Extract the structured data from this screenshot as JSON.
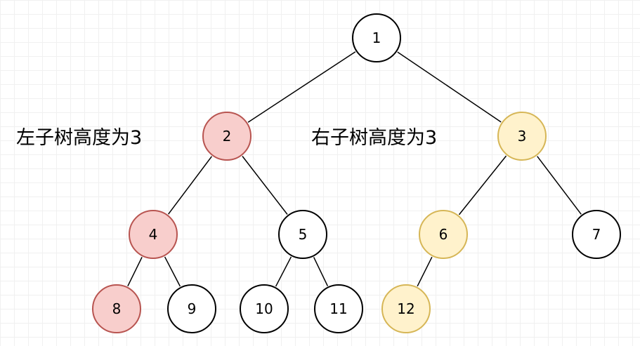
{
  "colors": {
    "default_fill": "#ffffff",
    "default_stroke": "#000000",
    "left_fill": "#f8cecc",
    "left_stroke": "#b85450",
    "right_fill": "#fff2cc",
    "right_stroke": "#d6b656",
    "edge": "#000000"
  },
  "labels": {
    "left_subtree": "左子树高度为3",
    "right_subtree": "右子树高度为3"
  },
  "nodes": [
    {
      "id": "1",
      "label": "1",
      "group": "default"
    },
    {
      "id": "2",
      "label": "2",
      "group": "left"
    },
    {
      "id": "3",
      "label": "3",
      "group": "right"
    },
    {
      "id": "4",
      "label": "4",
      "group": "left"
    },
    {
      "id": "5",
      "label": "5",
      "group": "default"
    },
    {
      "id": "6",
      "label": "6",
      "group": "right"
    },
    {
      "id": "7",
      "label": "7",
      "group": "default"
    },
    {
      "id": "8",
      "label": "8",
      "group": "left"
    },
    {
      "id": "9",
      "label": "9",
      "group": "default"
    },
    {
      "id": "10",
      "label": "10",
      "group": "default"
    },
    {
      "id": "11",
      "label": "11",
      "group": "default"
    },
    {
      "id": "12",
      "label": "12",
      "group": "right"
    }
  ],
  "edges": [
    {
      "from": "1",
      "to": "2"
    },
    {
      "from": "1",
      "to": "3"
    },
    {
      "from": "2",
      "to": "4"
    },
    {
      "from": "2",
      "to": "5"
    },
    {
      "from": "3",
      "to": "6"
    },
    {
      "from": "3",
      "to": "7"
    },
    {
      "from": "4",
      "to": "8"
    },
    {
      "from": "4",
      "to": "9"
    },
    {
      "from": "5",
      "to": "10"
    },
    {
      "from": "5",
      "to": "11"
    },
    {
      "from": "6",
      "to": "12"
    }
  ]
}
